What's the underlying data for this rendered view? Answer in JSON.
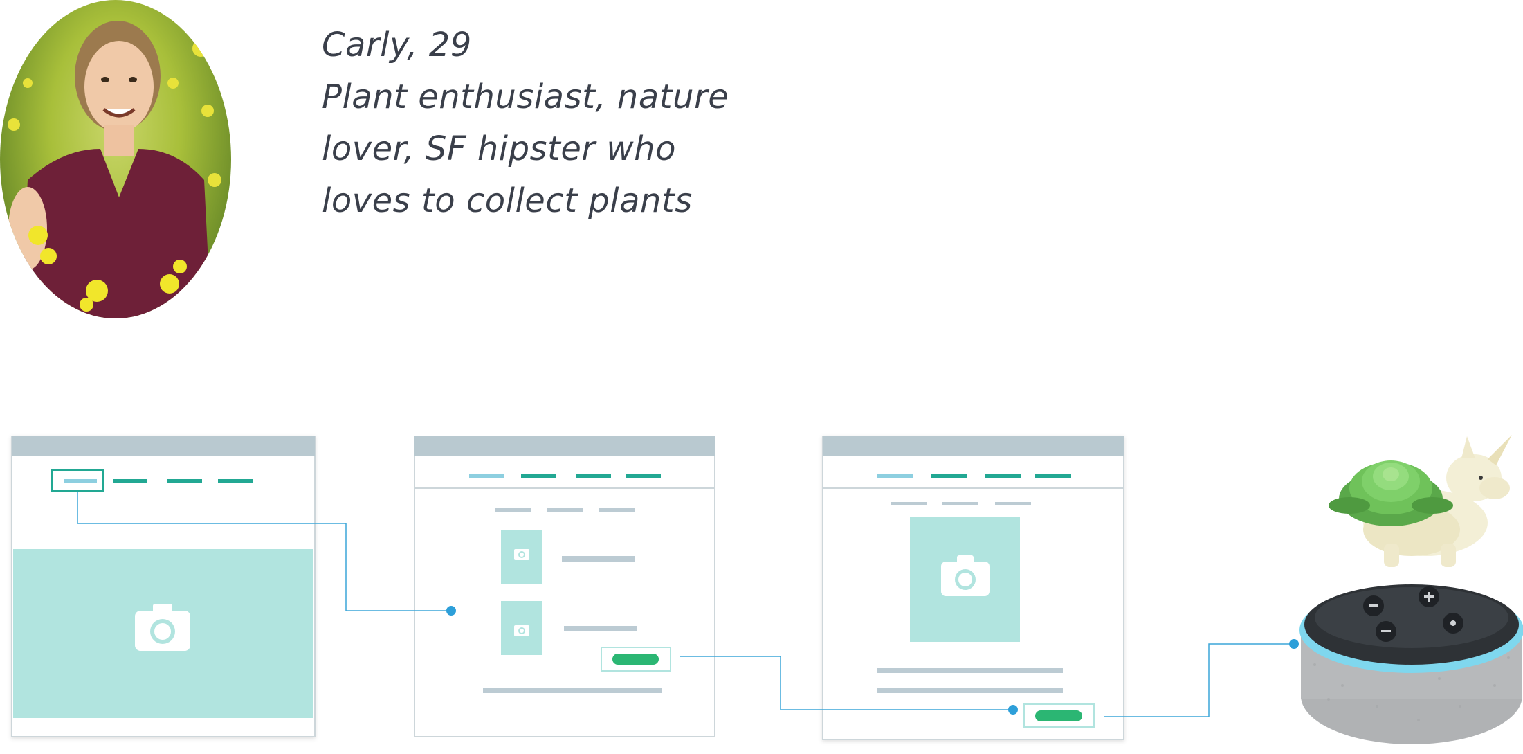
{
  "persona": {
    "name_age": "Carly, 29",
    "description_lines": [
      "Plant enthusiast, nature",
      "lover, SF hipster who",
      "loves to collect plants"
    ]
  },
  "colors": {
    "wire_header": "#b9c9d0",
    "wire_border": "#cdd6da",
    "teal_fill": "#b1e4df",
    "teal_line": "#22a893",
    "light_teal_line": "#8dcfe0",
    "gray_line": "#bccbd3",
    "cta_green": "#2bb673",
    "connector_blue": "#3ca6d8",
    "photo_icon": "#ffffff"
  },
  "flow": {
    "screens": [
      "home-screen",
      "list-screen",
      "detail-screen"
    ],
    "devices": [
      "smart-speaker",
      "succulent-unicorn-planter"
    ]
  }
}
